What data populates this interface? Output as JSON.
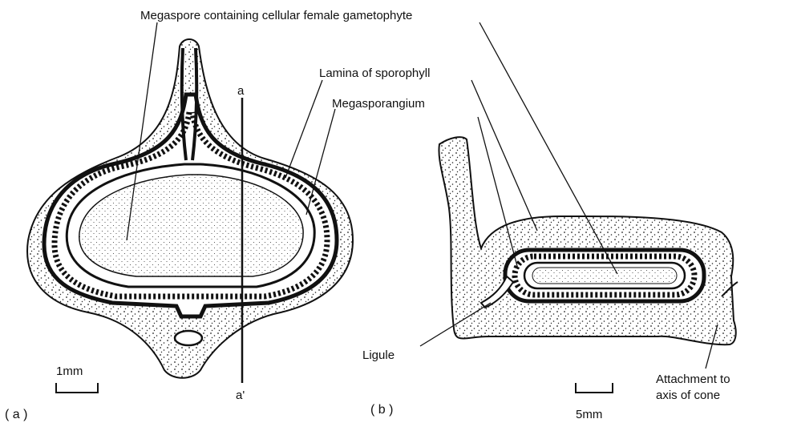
{
  "labels": {
    "megaspore": "Megaspore containing cellular female gametophyte",
    "lamina": "Lamina of sporophyll",
    "megasporangium": "Megasporangium",
    "ligule": "Ligule",
    "attachment_line1": "Attachment to",
    "attachment_line2": "axis of cone"
  },
  "section_line": {
    "top": "a",
    "bottom": "a'"
  },
  "scale_bars": {
    "a": "1mm",
    "b": "5mm"
  },
  "panels": {
    "a": "( a )",
    "b": "( b )"
  },
  "colors": {
    "ink": "#111111",
    "background": "#ffffff"
  }
}
